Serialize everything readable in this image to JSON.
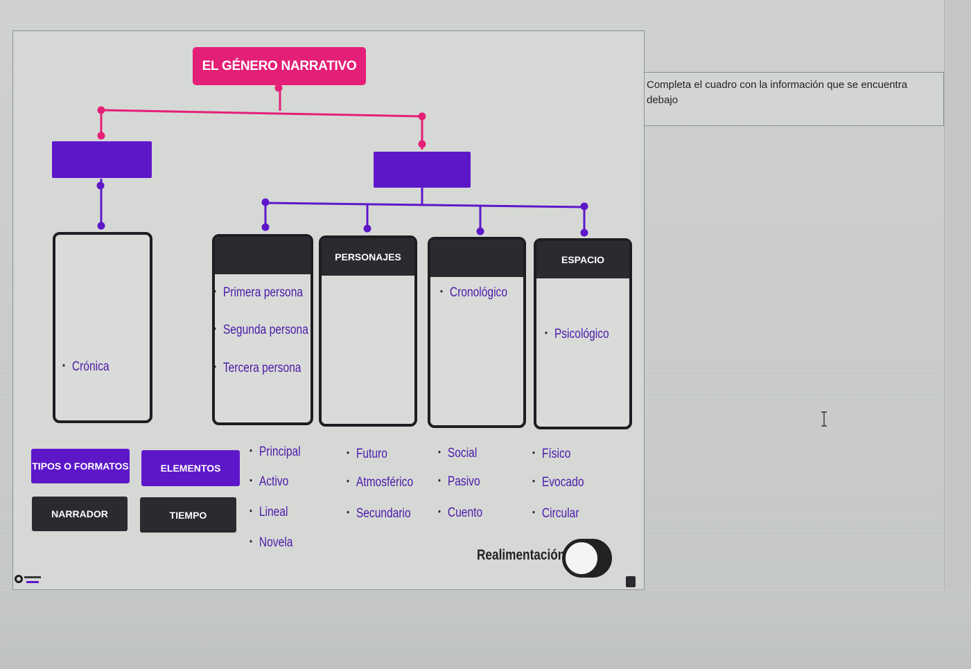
{
  "instruction": {
    "text": "Completa el cuadro con la información que se encuentra debajo"
  },
  "diagram": {
    "title": "EL GÉNERO NARRATIVO",
    "left_card_item": "Crónica",
    "cards": [
      {
        "header": "",
        "items": [
          "Primera persona",
          "Segunda persona",
          "Tercera persona"
        ]
      },
      {
        "header": "PERSONAJES",
        "items": []
      },
      {
        "header": "",
        "items": [
          "Cronológico"
        ]
      },
      {
        "header": "ESPACIO",
        "items": [
          "Psicológico"
        ]
      }
    ]
  },
  "tags": {
    "tipos": "TIPOS O FORMATOS",
    "elementos": "ELEMENTOS",
    "narrador": "NARRADOR",
    "tiempo": "TIEMPO"
  },
  "options": {
    "col1": [
      "Principal",
      "Activo",
      "Lineal",
      "Novela"
    ],
    "col2": [
      "Futuro",
      "Atmosférico",
      "Secundario"
    ],
    "col3": [
      "Social",
      "Pasivo",
      "Cuento"
    ],
    "col4": [
      "Físico",
      "Evocado",
      "Circular"
    ]
  },
  "feedback": {
    "label": "Realimentación",
    "toggle_on": true
  },
  "colors": {
    "magenta": "#e41f77",
    "purple": "#5d17c9",
    "dark": "#2a2a2f",
    "text_purple": "#4b1aa8"
  },
  "icons": {
    "logo": "genially-logo",
    "cursor": "text-cursor-icon"
  }
}
